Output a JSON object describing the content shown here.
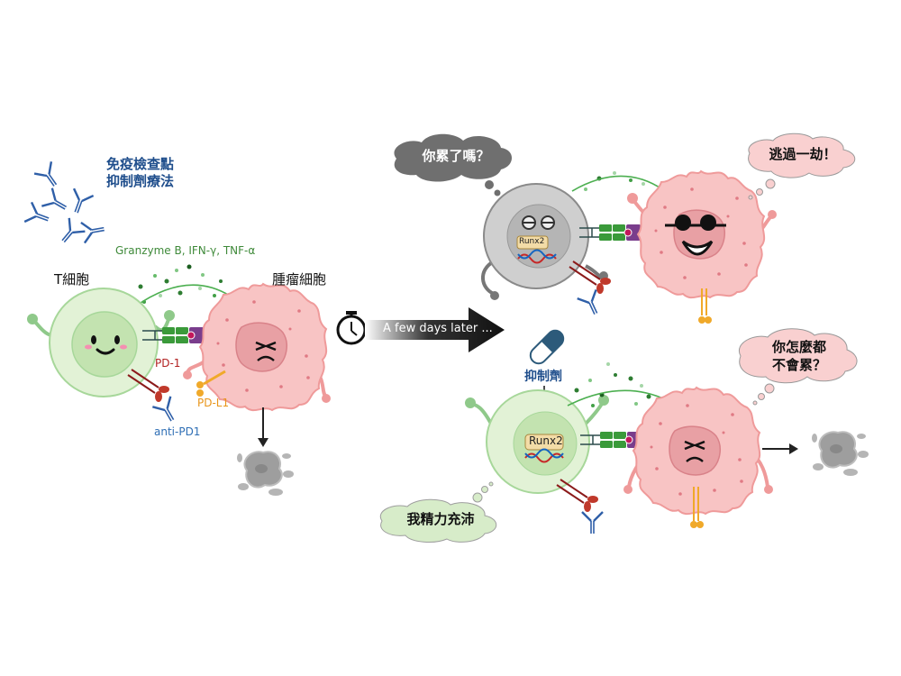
{
  "left_panel": {
    "therapy_title_line1": "免疫檢查點",
    "therapy_title_line2": "抑制劑療法",
    "cytokines": "Granzyme B, IFN-γ, TNF-α",
    "t_cell_label": "T細胞",
    "tumor_cell_label": "腫瘤細胞",
    "pd1_label": "PD-1",
    "pdl1_label": "PD-L1",
    "anti_pd1_label": "anti-PD1"
  },
  "transition": {
    "label": "A few days later ..."
  },
  "top_right": {
    "t_cell_thought": "你累了嗎？",
    "gene_label": "Runx2",
    "tumor_thought": "逃過一劫！"
  },
  "bottom_right": {
    "inhibitor_label": "抑制劑",
    "gene_label": "Runx2",
    "t_cell_thought": "我精力充沛",
    "tumor_thought_line1": "你怎麼都",
    "tumor_thought_line2": "不會累？"
  },
  "colors": {
    "therapy_blue": "#1f4e8c",
    "cytokine_green": "#3f8a3a",
    "pd1_red": "#b22222",
    "pdl1_orange": "#e8a020",
    "anti_pd1_blue": "#2f6fb5",
    "tcell_green": "#d7ecc9",
    "tumor_pink": "#f8c4c4",
    "exhausted_gray": "#c9c9c9"
  }
}
